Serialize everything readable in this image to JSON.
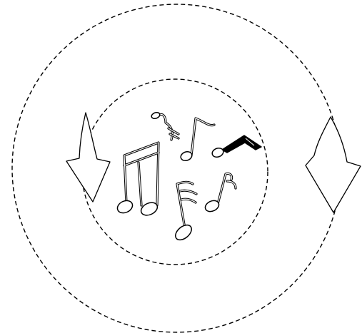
{
  "illustration": {
    "subject": "music-notes-rotation-cycle",
    "colors": {
      "line": "#000000",
      "fill": "#ffffff",
      "background": "#ffffff"
    },
    "icons": {
      "outer_ring": "dashed-circle",
      "inner_ring": "dashed-circle",
      "left_arrow": "down-arrow-icon",
      "right_arrow": "down-arrow-icon",
      "notes": [
        "beamed-eighth-notes-icon",
        "eighth-note-icon",
        "grace-note-icon",
        "sixteenth-note-icon",
        "beamed-sixteenth-notes-icon",
        "eighth-note-icon"
      ]
    }
  }
}
